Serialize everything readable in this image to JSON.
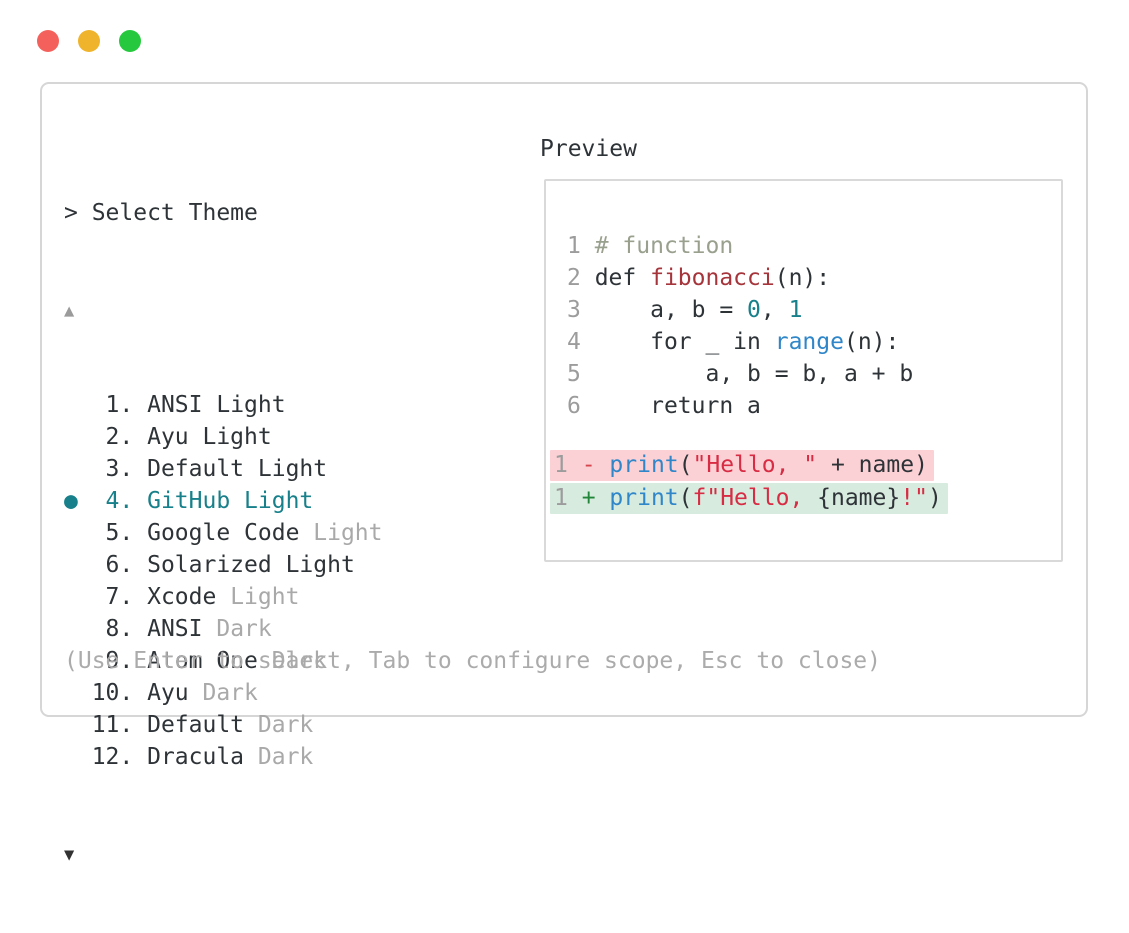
{
  "window": {
    "traffic_lights": [
      {
        "name": "close",
        "color": "#f4615c"
      },
      {
        "name": "minimize",
        "color": "#f0b42c"
      },
      {
        "name": "zoom",
        "color": "#26c93e"
      }
    ]
  },
  "colors": {
    "ink": "#2e3338",
    "muted": "#a9a9a9",
    "selection_teal": "#17808a",
    "line_num": "#9c9c9c",
    "comment": "#99a08e",
    "func_red": "#a5353b",
    "blue": "#2f86c9",
    "num_literal": "#17808a",
    "string_red": "#d72c44",
    "diff_minus": "#d5464f",
    "diff_plus": "#22863a",
    "deletion_bg": "#fbd1d5",
    "insertion_bg": "#d7ebde"
  },
  "theme_picker": {
    "prompt": "> Select Theme",
    "scroll_up_indicator": "▲",
    "scroll_down_indicator": "▼",
    "selection_marker": "●",
    "items": [
      {
        "number": 1,
        "name": "ANSI",
        "variant": "Light",
        "variant_muted": false,
        "selected": false
      },
      {
        "number": 2,
        "name": "Ayu",
        "variant": "Light",
        "variant_muted": false,
        "selected": false
      },
      {
        "number": 3,
        "name": "Default",
        "variant": "Light",
        "variant_muted": false,
        "selected": false
      },
      {
        "number": 4,
        "name": "GitHub",
        "variant": "Light",
        "variant_muted": false,
        "selected": true
      },
      {
        "number": 5,
        "name": "Google Code",
        "variant": "Light",
        "variant_muted": true,
        "selected": false
      },
      {
        "number": 6,
        "name": "Solarized",
        "variant": "Light",
        "variant_muted": false,
        "selected": false
      },
      {
        "number": 7,
        "name": "Xcode",
        "variant": "Light",
        "variant_muted": true,
        "selected": false
      },
      {
        "number": 8,
        "name": "ANSI",
        "variant": "Dark",
        "variant_muted": true,
        "selected": false
      },
      {
        "number": 9,
        "name": "Atom One",
        "variant": "Dark",
        "variant_muted": true,
        "selected": false
      },
      {
        "number": 10,
        "name": "Ayu",
        "variant": "Dark",
        "variant_muted": true,
        "selected": false
      },
      {
        "number": 11,
        "name": "Default",
        "variant": "Dark",
        "variant_muted": true,
        "selected": false
      },
      {
        "number": 12,
        "name": "Dracula",
        "variant": "Dark",
        "variant_muted": true,
        "selected": false
      }
    ],
    "hint": "(Use Enter to select, Tab to configure scope, Esc to close)"
  },
  "preview": {
    "title": "Preview",
    "code_lines": [
      [
        [
          "1 ",
          "line_num"
        ],
        [
          "# function",
          "comment"
        ]
      ],
      [
        [
          "2 ",
          "line_num"
        ],
        [
          "def ",
          "ink"
        ],
        [
          "fibonacci",
          "func_red"
        ],
        [
          "(n):",
          "ink"
        ]
      ],
      [
        [
          "3 ",
          "line_num"
        ],
        [
          "    a, b = ",
          "ink"
        ],
        [
          "0",
          "num_literal"
        ],
        [
          ", ",
          "ink"
        ],
        [
          "1",
          "num_literal"
        ]
      ],
      [
        [
          "4 ",
          "line_num"
        ],
        [
          "    for _ in ",
          "ink"
        ],
        [
          "range",
          "blue"
        ],
        [
          "(n):",
          "ink"
        ]
      ],
      [
        [
          "5 ",
          "line_num"
        ],
        [
          "        a, b = b, a + b",
          "ink"
        ]
      ],
      [
        [
          "6 ",
          "line_num"
        ],
        [
          "    return a",
          "ink"
        ]
      ]
    ],
    "diff_lines": [
      {
        "type": "deletion",
        "bg": "deletion_bg",
        "tokens": [
          [
            "1 ",
            "line_num"
          ],
          [
            "- ",
            "diff_minus"
          ],
          [
            "print",
            "blue"
          ],
          [
            "(",
            "ink"
          ],
          [
            "\"Hello, \"",
            "string_red"
          ],
          [
            " + name)",
            "ink"
          ]
        ]
      },
      {
        "type": "insertion",
        "bg": "insertion_bg",
        "tokens": [
          [
            "1 ",
            "line_num"
          ],
          [
            "+ ",
            "diff_plus"
          ],
          [
            "print",
            "blue"
          ],
          [
            "(",
            "ink"
          ],
          [
            "f\"Hello, ",
            "string_red"
          ],
          [
            "{name}",
            "ink"
          ],
          [
            "!\"",
            "string_red"
          ],
          [
            ")",
            "ink"
          ]
        ]
      }
    ]
  }
}
